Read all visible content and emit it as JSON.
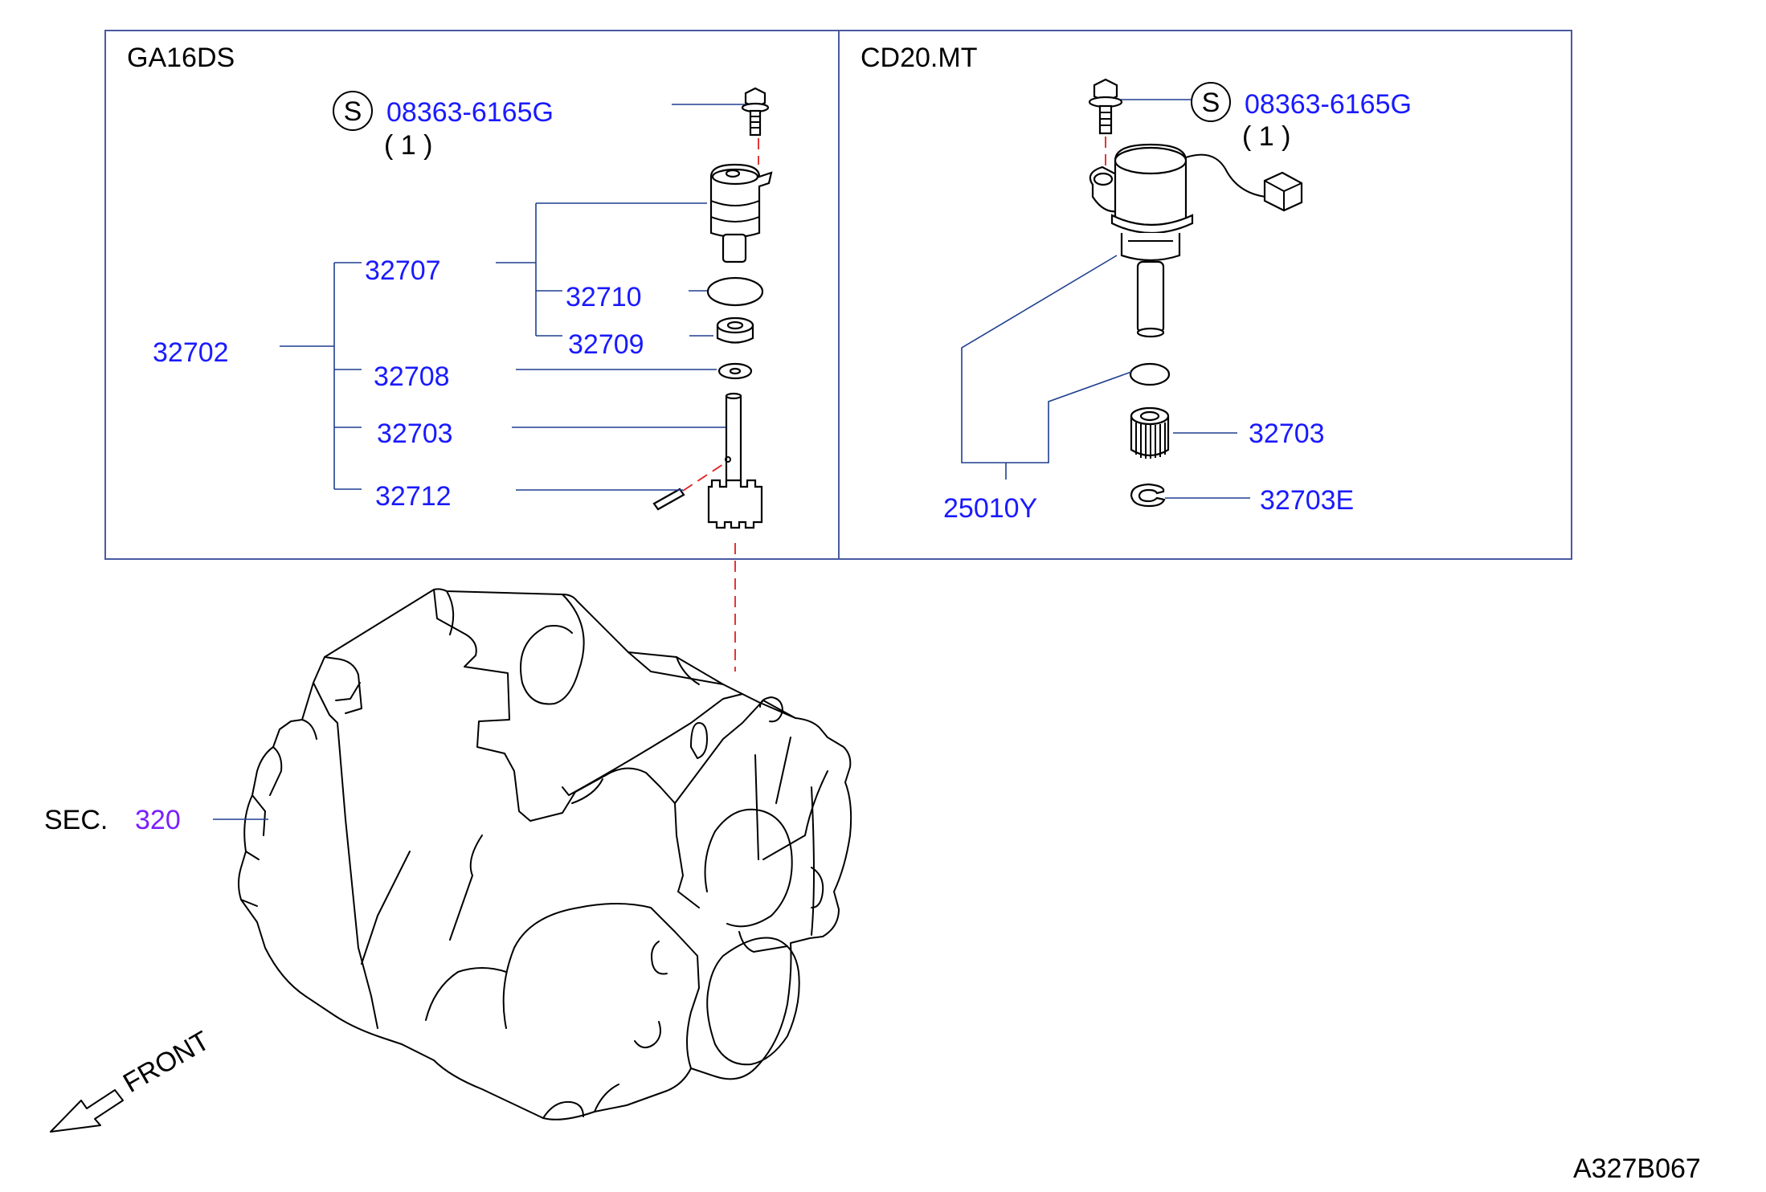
{
  "panels": {
    "left_title": "GA16DS",
    "right_title": "CD20.MT"
  },
  "left": {
    "bolt_symbol": "S",
    "bolt_part": "08363-6165G",
    "bolt_qty": "( 1 )",
    "assembly": "32702",
    "p32707": "32707",
    "p32710": "32710",
    "p32709": "32709",
    "p32708": "32708",
    "p32703": "32703",
    "p32712": "32712"
  },
  "right": {
    "bolt_symbol": "S",
    "bolt_part": "08363-6165G",
    "bolt_qty": "( 1 )",
    "p32703": "32703",
    "p32703e": "32703E",
    "p25010y": "25010Y"
  },
  "section": {
    "label": "SEC.",
    "number": "320"
  },
  "front_label": "FRONT",
  "diagram_id": "A327B067",
  "colors": {
    "part_number": "#1a1aff",
    "section_number": "#7a1fff",
    "leader": "#1f3f8f",
    "dashed_guide": "#e02020",
    "frame": "#4a5aa0"
  },
  "icons": [
    "hex-flange-bolt-icon",
    "speedometer-pinion-sleeve-icon",
    "o-ring-icon",
    "oil-seal-icon",
    "washer-icon",
    "pinion-gear-icon",
    "roll-pin-icon",
    "vehicle-speed-sensor-icon",
    "snap-ring-icon",
    "transaxle-case-icon",
    "front-arrow-icon"
  ]
}
